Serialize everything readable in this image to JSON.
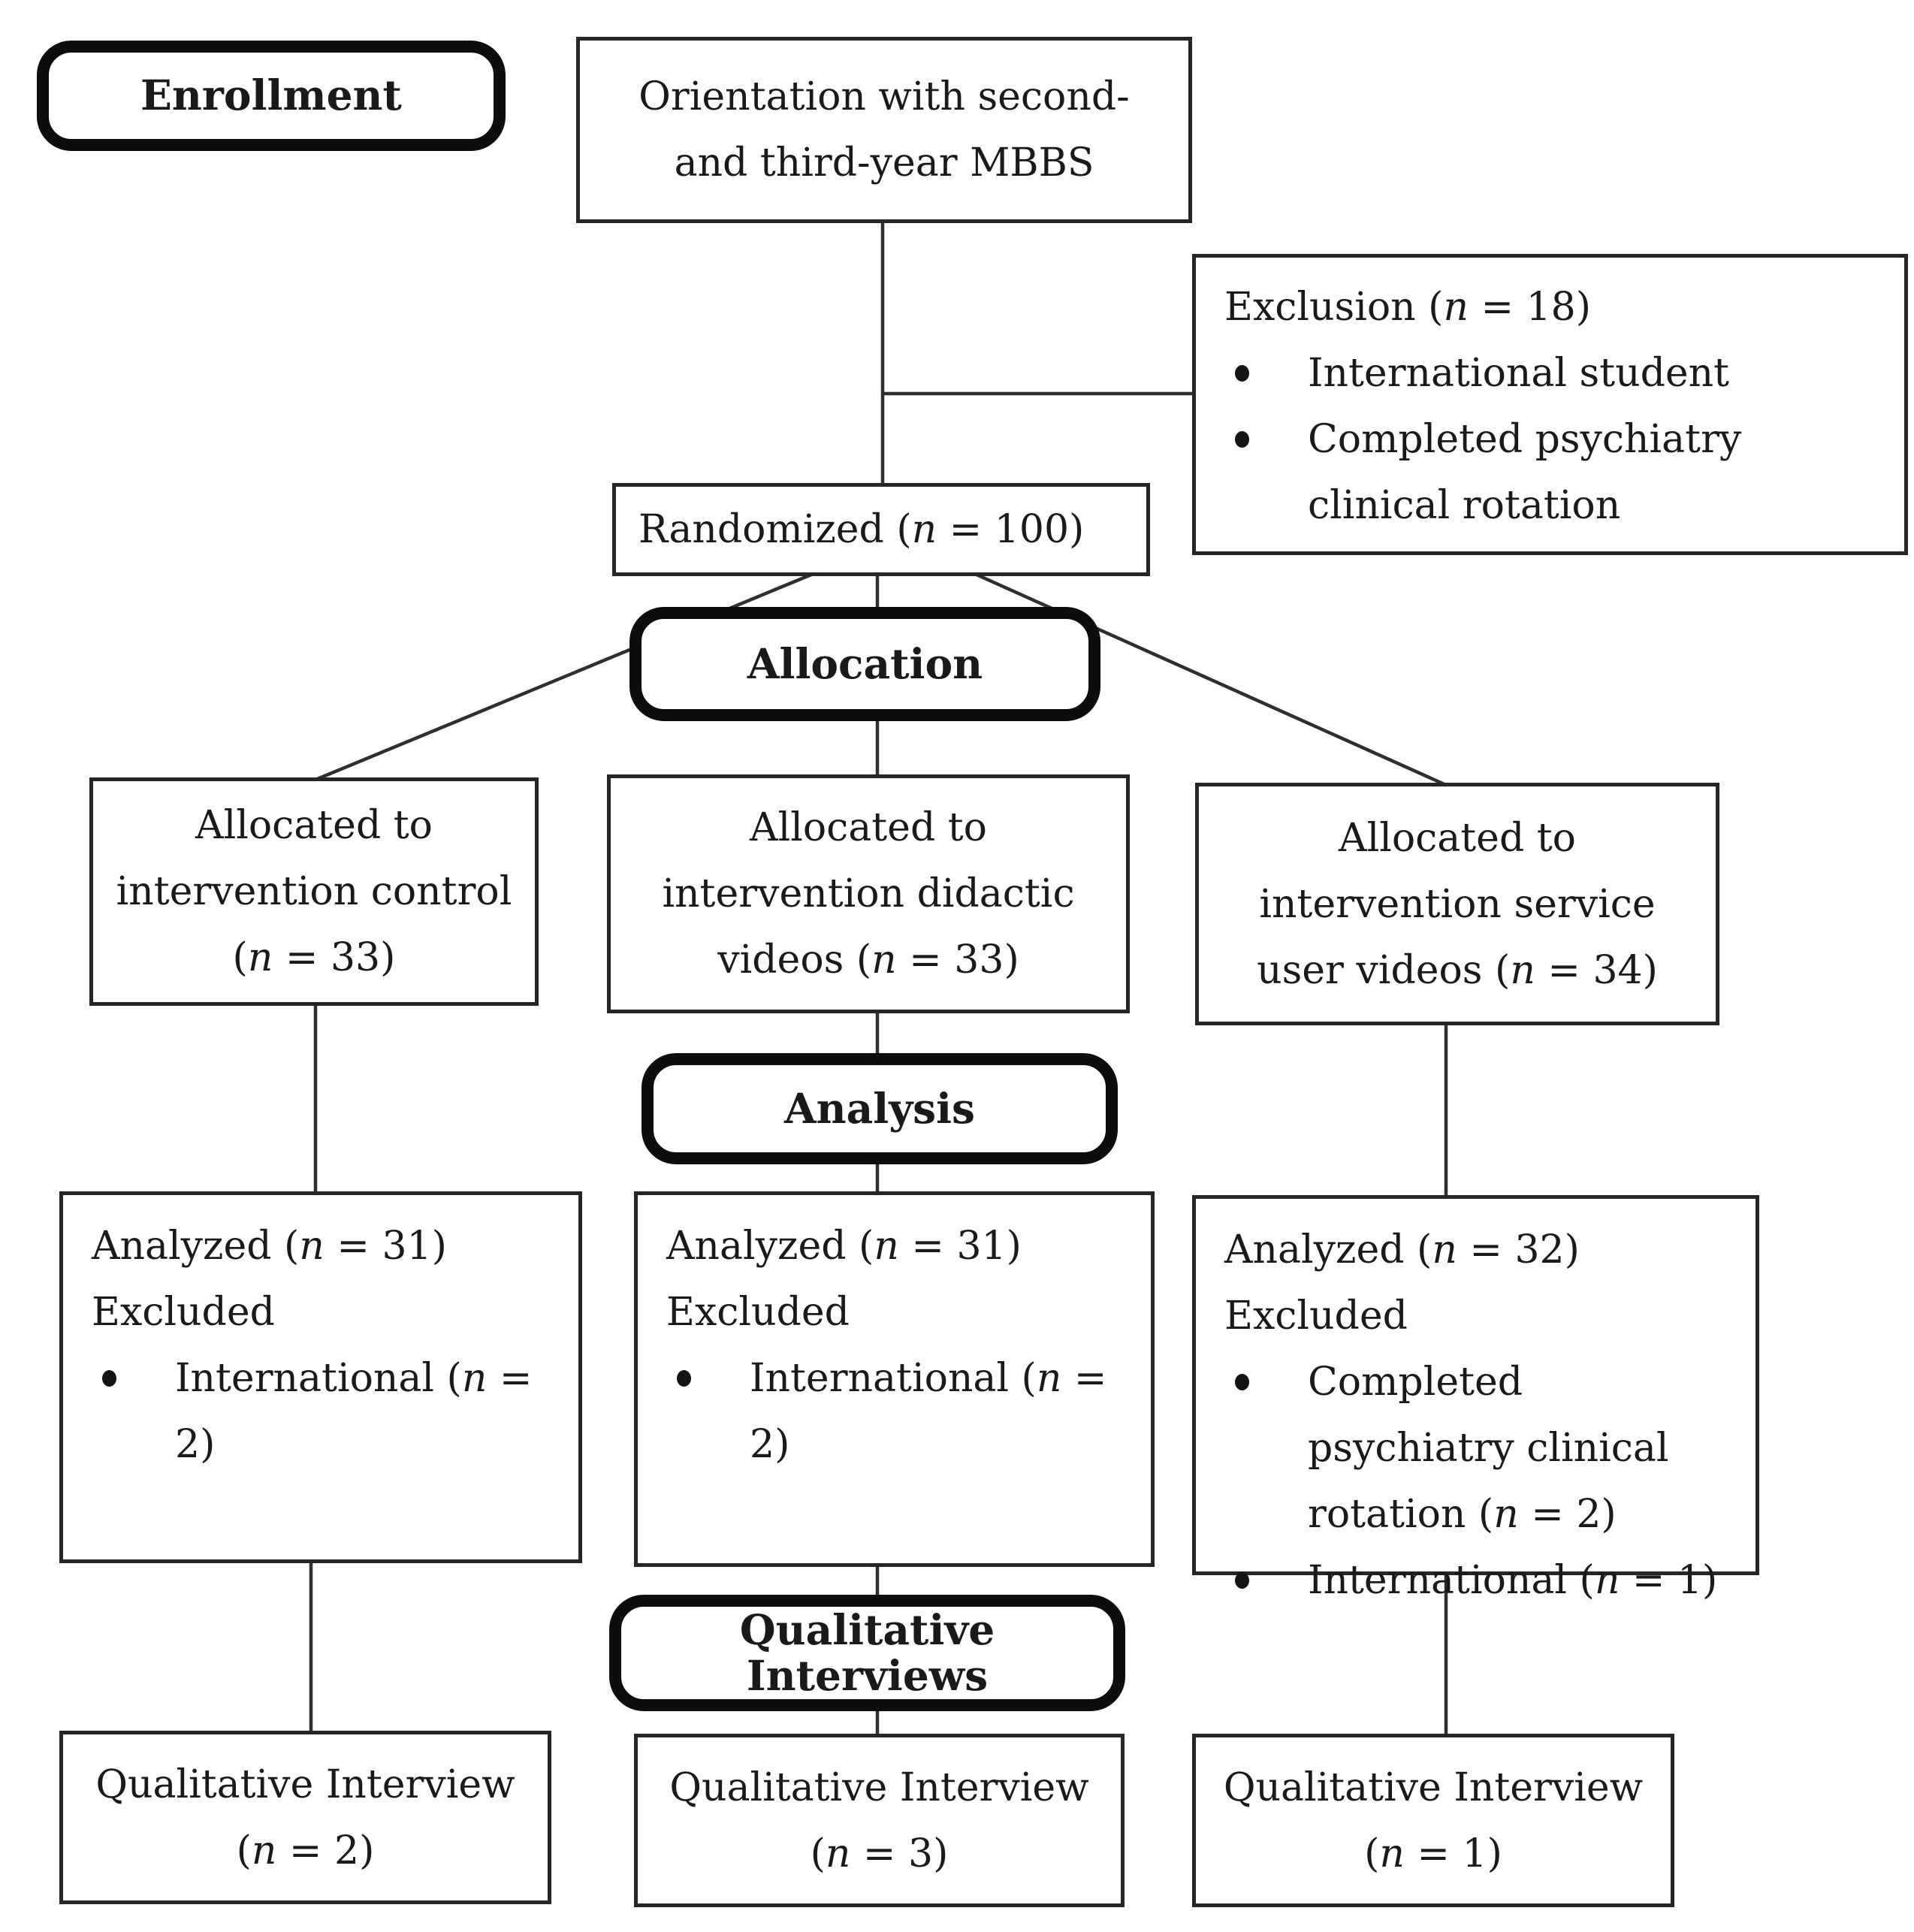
{
  "figure": {
    "background": "#ffffff",
    "ink": "#1a1a1a",
    "line_color": "#2f2f2f",
    "stage_labels": {
      "enrollment": "Enrollment",
      "allocation": "Allocation",
      "analysis": "Analysis",
      "qualitative": "Qualitative Interviews"
    },
    "orientation": {
      "line1": "Orientation with second-",
      "line2": "and third-year MBBS"
    },
    "exclusion": {
      "title": "Exclusion (n = 18)",
      "bullets": [
        "International student",
        "Completed psychiatry clinical rotation"
      ]
    },
    "randomized": {
      "label": "Randomized (n = 100)"
    },
    "arms": [
      {
        "allocated": {
          "line1": "Allocated to",
          "line2": "intervention control",
          "line3": "(n = 33)"
        },
        "analysis": {
          "analyzed": "Analyzed (n = 31)",
          "excluded": "Excluded",
          "bullets": [
            "International (n = 2)"
          ]
        },
        "interview": {
          "line1": "Qualitative Interview",
          "line2": "(n = 2)"
        }
      },
      {
        "allocated": {
          "line1": "Allocated to",
          "line2": "intervention didactic",
          "line3": "videos (n = 33)"
        },
        "analysis": {
          "analyzed": "Analyzed (n = 31)",
          "excluded": "Excluded",
          "bullets": [
            "International (n = 2)"
          ]
        },
        "interview": {
          "line1": "Qualitative Interview",
          "line2": "(n = 3)"
        }
      },
      {
        "allocated": {
          "line1": "Allocated to",
          "line2": "intervention service",
          "line3": "user videos (n = 34)"
        },
        "analysis": {
          "analyzed": "Analyzed (n = 32)",
          "excluded": "Excluded",
          "bullets": [
            "Completed psychiatry clinical rotation (n = 2)",
            "International (n = 1)"
          ]
        },
        "interview": {
          "line1": "Qualitative Interview",
          "line2": "(n = 1)"
        }
      }
    ]
  }
}
